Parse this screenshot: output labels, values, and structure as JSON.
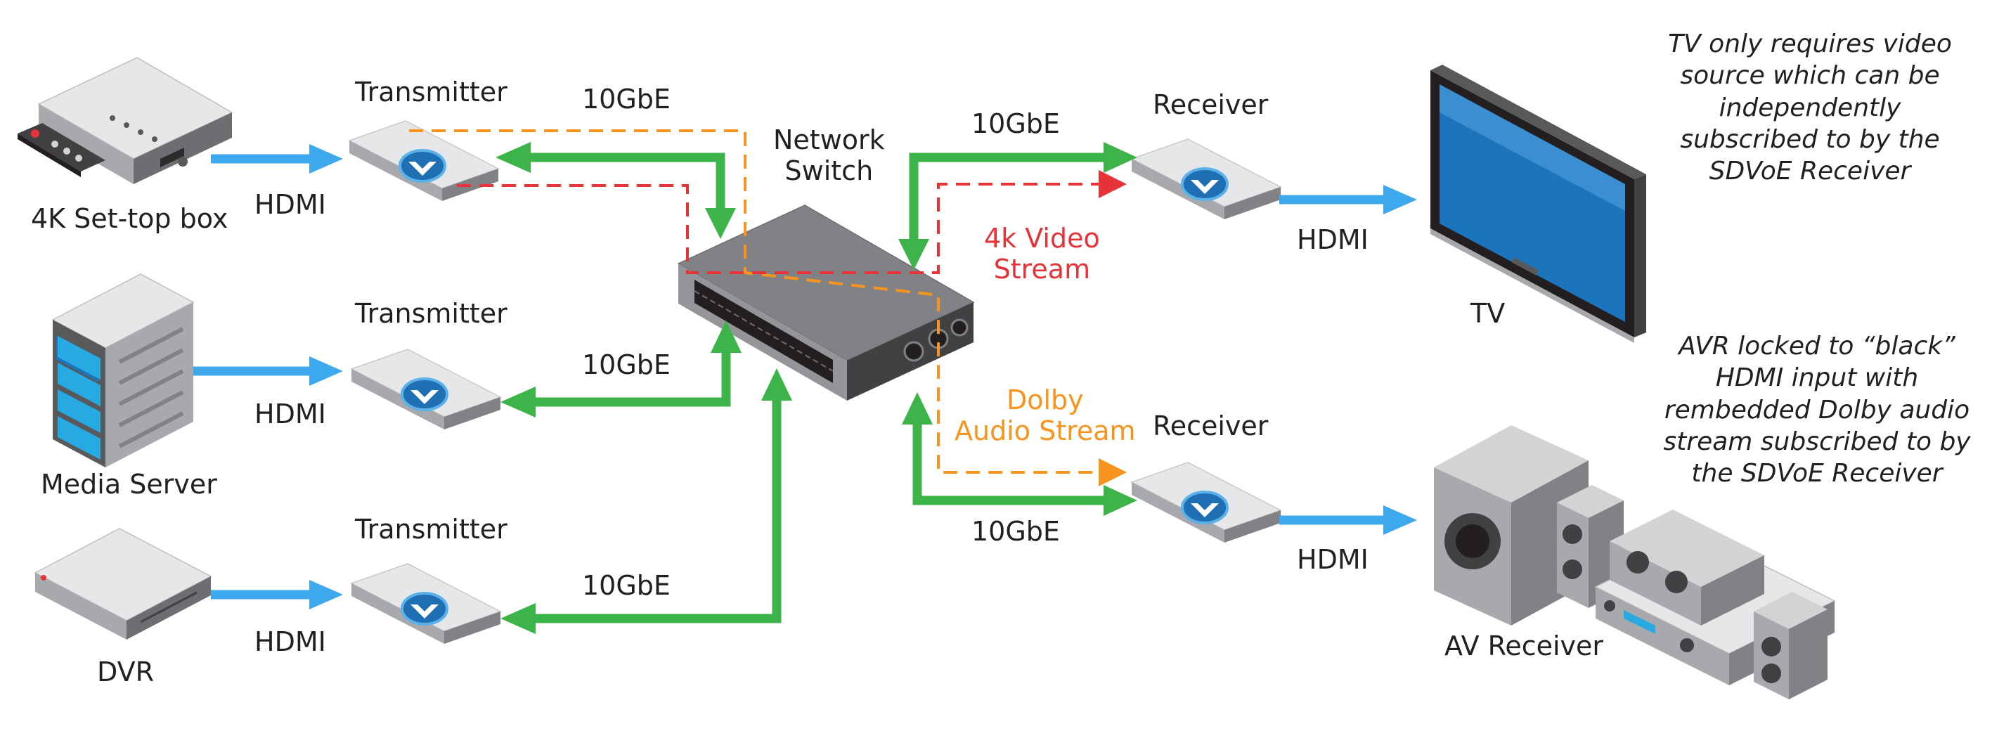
{
  "colors": {
    "hdmi_arrow": "#3ea8ec",
    "ethernet_arrow": "#3cb44a",
    "video_stream": "#e63338",
    "audio_stream": "#f7941d",
    "device_gray": "#a7a9ac",
    "device_top": "#e6e7e8"
  },
  "sources": {
    "settop_label": "4K Set-top box",
    "media_server_label": "Media Server",
    "dvr_label": "DVR"
  },
  "transmitters": {
    "t1_label": "Transmitter",
    "t2_label": "Transmitter",
    "t3_label": "Transmitter"
  },
  "receivers": {
    "r1_label": "Receiver",
    "r2_label": "Receiver"
  },
  "switch": {
    "label": "Network\nSwitch"
  },
  "links": {
    "hdmi_1": "HDMI",
    "hdmi_2": "HDMI",
    "hdmi_3": "HDMI",
    "hdmi_4": "HDMI",
    "hdmi_5": "HDMI",
    "gbe_1": "10GbE",
    "gbe_2": "10GbE",
    "gbe_3": "10GbE",
    "gbe_4": "10GbE",
    "gbe_5": "10GbE"
  },
  "streams": {
    "video": "4k Video\nStream",
    "audio": "Dolby\nAudio Stream"
  },
  "sinks": {
    "tv_label": "TV",
    "avr_label": "AV Receiver"
  },
  "notes": {
    "tv_note": "TV only requires video\nsource which can be\nindependently\nsubscribed to by the\nSDVoE Receiver",
    "avr_note": "AVR locked to “black”\nHDMI input with\nrembedded Dolby audio\nstream subscribed to by\nthe SDVoE Receiver"
  }
}
